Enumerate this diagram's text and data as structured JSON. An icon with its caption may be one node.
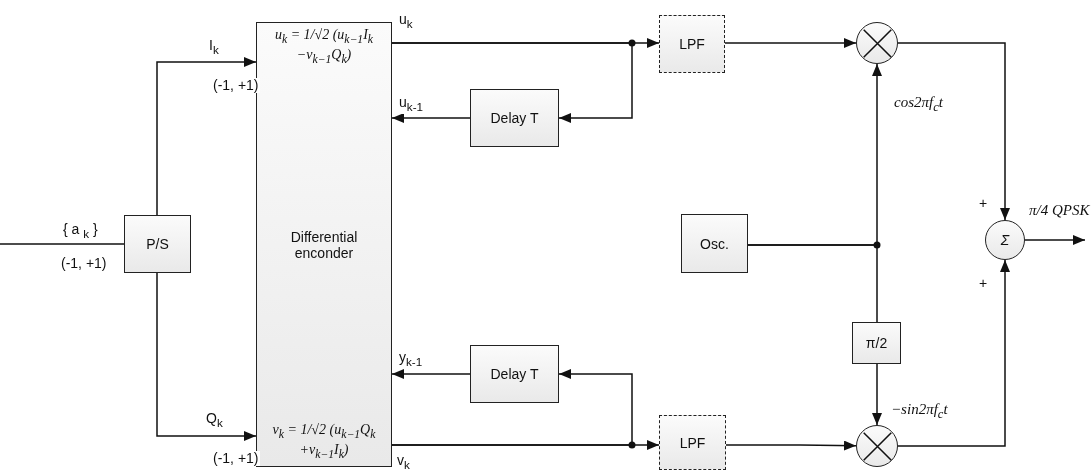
{
  "diagram": {
    "nodes": [
      {
        "text": [
          "P/S"
        ]
      },
      {
        "text": [
          "u$_{k}$ = 1/√2 (u$_{k−1}$I$_{k}$ −v$_{k−1}$Q$_{k}$)",
          "Differential enconder",
          "v$_{k}$ = 1/√2 (u$_{k−1}$Q$_{k}$ +v$_{k−1}$I$_{k}$)"
        ]
      },
      {
        "text": [
          "LPF"
        ]
      },
      {
        "text": [
          "Delay T"
        ]
      },
      {
        "text": [],
        "shape": "circle"
      },
      {
        "text": [
          "Osc."
        ]
      },
      {
        "text": [
          "π/2"
        ]
      },
      {
        "text": [
          "Delay T"
        ]
      },
      {
        "text": [
          "LPF"
        ]
      },
      {
        "text": [],
        "shape": "circle"
      },
      {
        "text": [
          "Σ"
        ]
      }
    ],
    "edges": [
      {
        "from": null,
        "to": 0,
        "arrow": "none",
        "label": "{ a $_{k}$ }"
      },
      {
        "from": 0,
        "to": 1,
        "arrow": "to",
        "label": "I$_{k}$"
      },
      {
        "from": 0,
        "to": 1,
        "arrow": "to",
        "label": "Q$_{k}$"
      },
      {
        "from": 1,
        "to": 2,
        "arrow": "to",
        "label": "u$_{k}$"
      },
      {
        "from": 1,
        "to": 3,
        "arrow": "to"
      },
      {
        "from": 3,
        "to": 1,
        "arrow": "to",
        "label": "u$_{k-1}$"
      },
      {
        "from": 2,
        "to": 4,
        "arrow": "to"
      },
      {
        "from": 5,
        "to": 4,
        "arrow": "to",
        "label": "cos2πf$_{c}$t"
      },
      {
        "from": 5,
        "to": 6,
        "arrow": "none"
      },
      {
        "from": 6,
        "to": 9,
        "arrow": "to",
        "label": "−sin2πf$_{c}$t"
      },
      {
        "from": 1,
        "to": 8,
        "arrow": "to",
        "label": "v$_{k}$"
      },
      {
        "from": 1,
        "to": 7,
        "arrow": "to"
      },
      {
        "from": 7,
        "to": 1,
        "arrow": "to",
        "label": "y$_{k-1}$"
      },
      {
        "from": 8,
        "to": 9,
        "arrow": "to"
      },
      {
        "from": 4,
        "to": 10,
        "arrow": "to"
      },
      {
        "from": 9,
        "to": 10,
        "arrow": "to"
      },
      {
        "from": 10,
        "to": null,
        "arrow": "to",
        "label": "π/4 QPSK"
      }
    ],
    "labels": [
      "(-1, +1)",
      "(-1, +1)",
      "(-1, +1)",
      "+",
      "+"
    ]
  }
}
